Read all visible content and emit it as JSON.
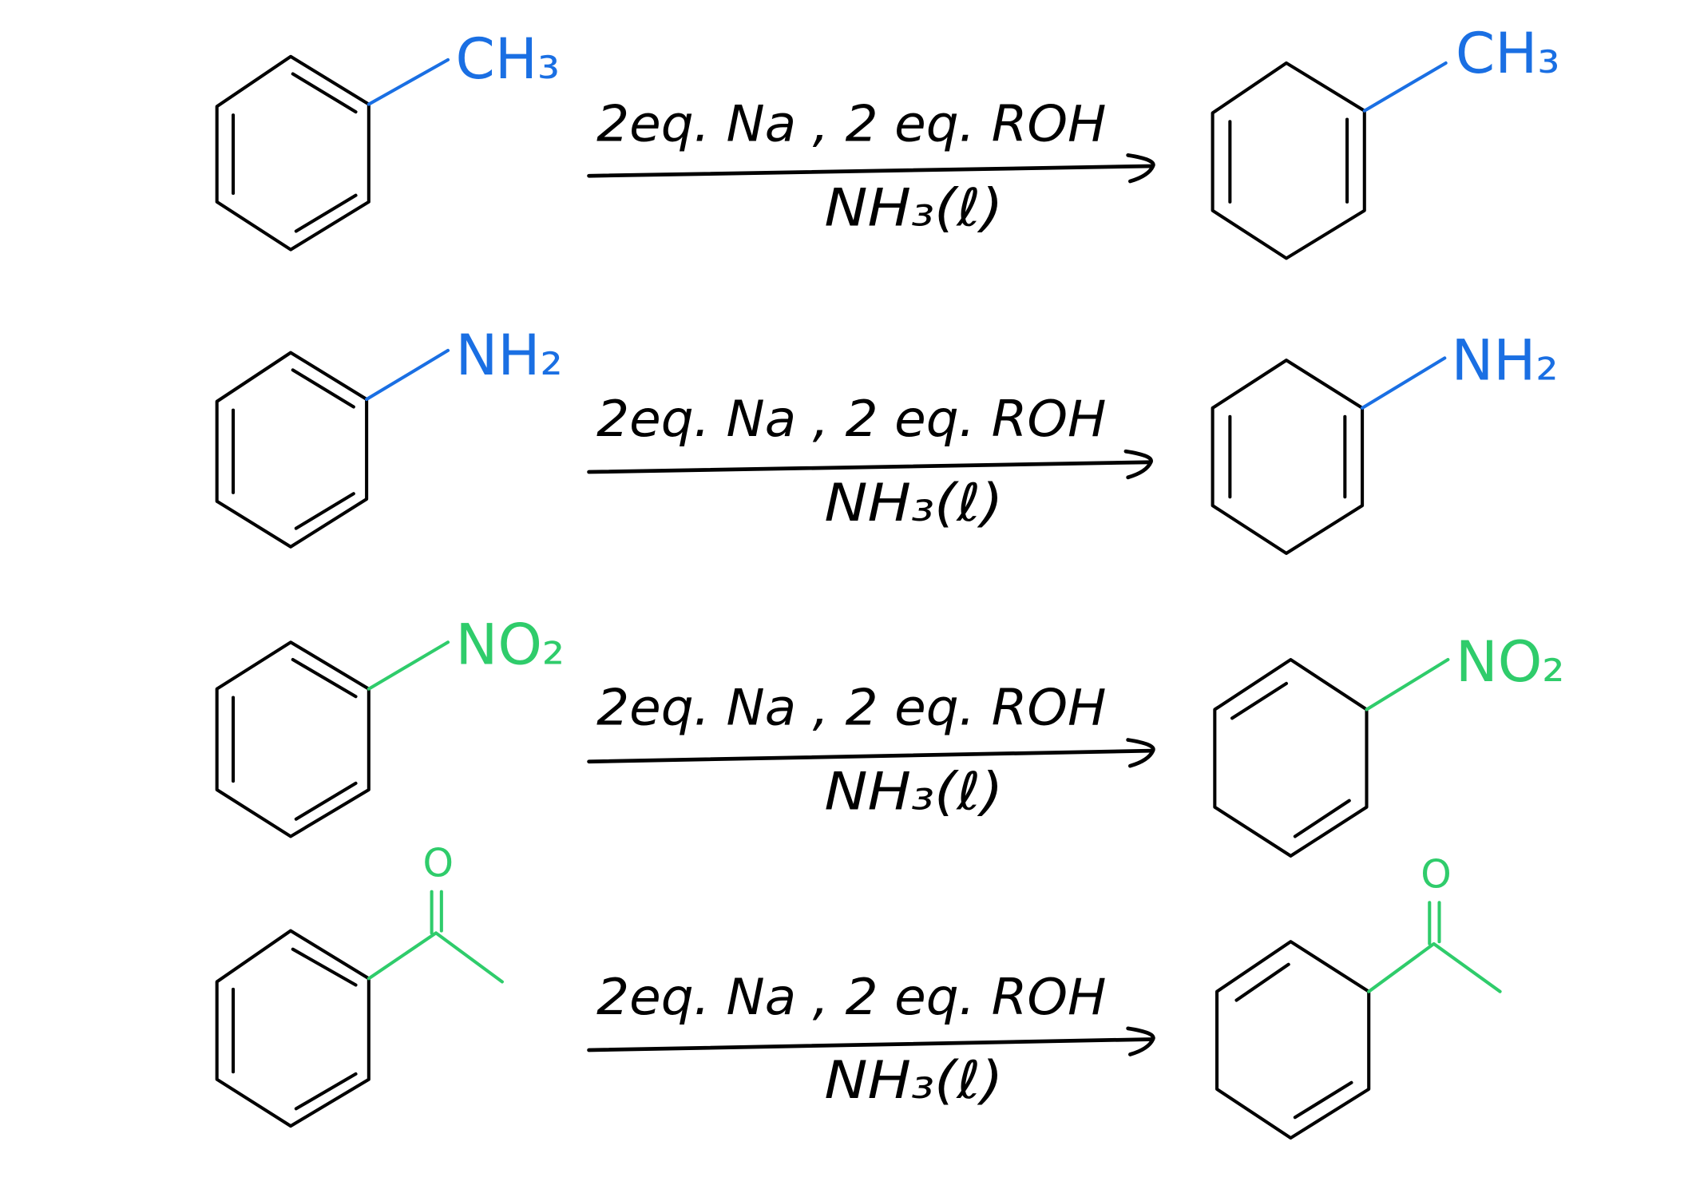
{
  "colors": {
    "bond": "#000000",
    "blue": "#1a6fe3",
    "green": "#2fcc6b"
  },
  "reactions": [
    {
      "substituent": "CH₃",
      "color": "#1a6fe3",
      "reagents_above": "2eq. Na , 2 eq. ROH",
      "reagents_below": "NH₃(ℓ)"
    },
    {
      "substituent": "NH₂",
      "color": "#1a6fe3",
      "reagents_above": "2eq. Na , 2 eq. ROH",
      "reagents_below": "NH₃(ℓ)"
    },
    {
      "substituent": "NO₂",
      "color": "#2fcc6b",
      "reagents_above": "2eq. Na , 2 eq. ROH",
      "reagents_below": "NH₃(ℓ)"
    },
    {
      "substituent": "O",
      "color": "#2fcc6b",
      "reagents_above": "2eq. Na , 2 eq. ROH",
      "reagents_below": "NH₃(ℓ)"
    }
  ]
}
